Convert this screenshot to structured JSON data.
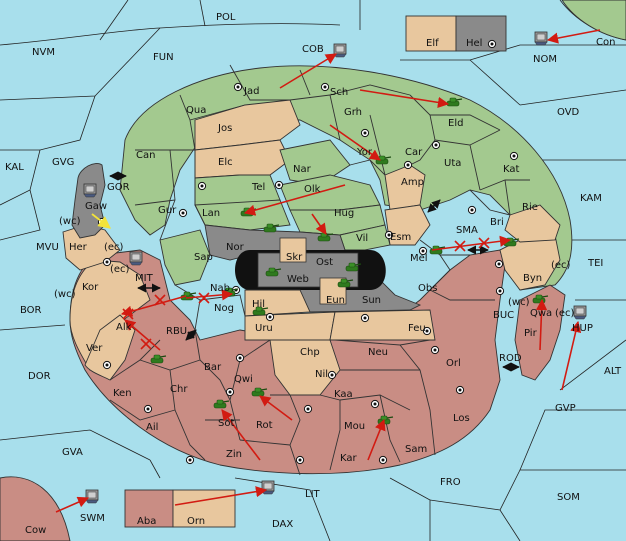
{
  "colors": {
    "sea": "#a8dfec",
    "green": "#a3c98f",
    "tan": "#e8c79e",
    "red": "#c98d84",
    "grey": "#8a8a8a",
    "army": "#2f7a1e",
    "order": "#d21b12",
    "support": "#f2e33a"
  },
  "icons": {
    "supply_center": "supply-center-icon",
    "army": "army-icon",
    "fleet": "fleet-icon",
    "move_arrow": "move-order-arrow",
    "cut": "cut-order-x",
    "connection": "double-arrow-icon"
  },
  "labels": {
    "POL": "POL",
    "NVM": "NVM",
    "FUN": "FUN",
    "COB": "COB",
    "Elf": "Elf",
    "Hel": "Hel",
    "Con": "Con",
    "NOM": "NOM",
    "OVD": "OVD",
    "Jad": "Jad",
    "Sch": "Sch",
    "Qua": "Qua",
    "Grh": "Grh",
    "Eld": "Eld",
    "Jos": "Jos",
    "Can": "Can",
    "Car": "Car",
    "Yor": "Yor",
    "Uta": "Uta",
    "Kat": "Kat",
    "KAL": "KAL",
    "GVG": "GVG",
    "Elc": "Elc",
    "Nar": "Nar",
    "Amp": "Amp",
    "KAM": "KAM",
    "Gaw": "Gaw",
    "GOR": "GOR",
    "Tel": "Tel",
    "Olk": "Olk",
    "Gur": "Gur",
    "Lan": "Lan",
    "Hug": "Hug",
    "Rie": "Rie",
    "wc": "(wc)",
    "Vil": "Vil",
    "Esm": "Esm",
    "SMA": "SMA",
    "Bri": "Bri",
    "MVU": "MVU",
    "Her": "Her",
    "ec": "(ec)",
    "Nor": "Nor",
    "Skr": "Skr",
    "Sap": "Sap",
    "Web": "Web",
    "Ost": "Ost",
    "Mel": "Mel",
    "TEI": "TEI",
    "Byn": "Byn",
    "MIT": "MIT",
    "Kor": "Kor",
    "Nab": "Nab",
    "Obs": "Obs",
    "Eun": "Eun",
    "Sun": "Sun",
    "BOR": "BOR",
    "Hil": "Hil",
    "Nog": "Nog",
    "Pir": "Pir",
    "Qwa": "Qwa",
    "Alk": "Alk",
    "RBU": "RBU",
    "Uru": "Uru",
    "Feu": "Feu",
    "BUC": "BUC",
    "HUP": "HUP",
    "Ver": "Ver",
    "Chp": "Chp",
    "Neu": "Neu",
    "Orl": "Orl",
    "DOR": "DOR",
    "Bar": "Bar",
    "ROD": "ROD",
    "Qwi": "Qwi",
    "Nil": "Nil",
    "ALT": "ALT",
    "Ken": "Ken",
    "Chr": "Chr",
    "Kaa": "Kaa",
    "GVP": "GVP",
    "Ail": "Ail",
    "Sot": "Sot",
    "Rot": "Rot",
    "Mou": "Mou",
    "Los": "Los",
    "GVA": "GVA",
    "Zin": "Zin",
    "Sam": "Sam",
    "Kar": "Kar",
    "FRO": "FRO",
    "SOM": "SOM",
    "LIT": "LIT",
    "SWM": "SWM",
    "Aba": "Aba",
    "Orn": "Orn",
    "Cow": "Cow",
    "DAX": "DAX"
  }
}
